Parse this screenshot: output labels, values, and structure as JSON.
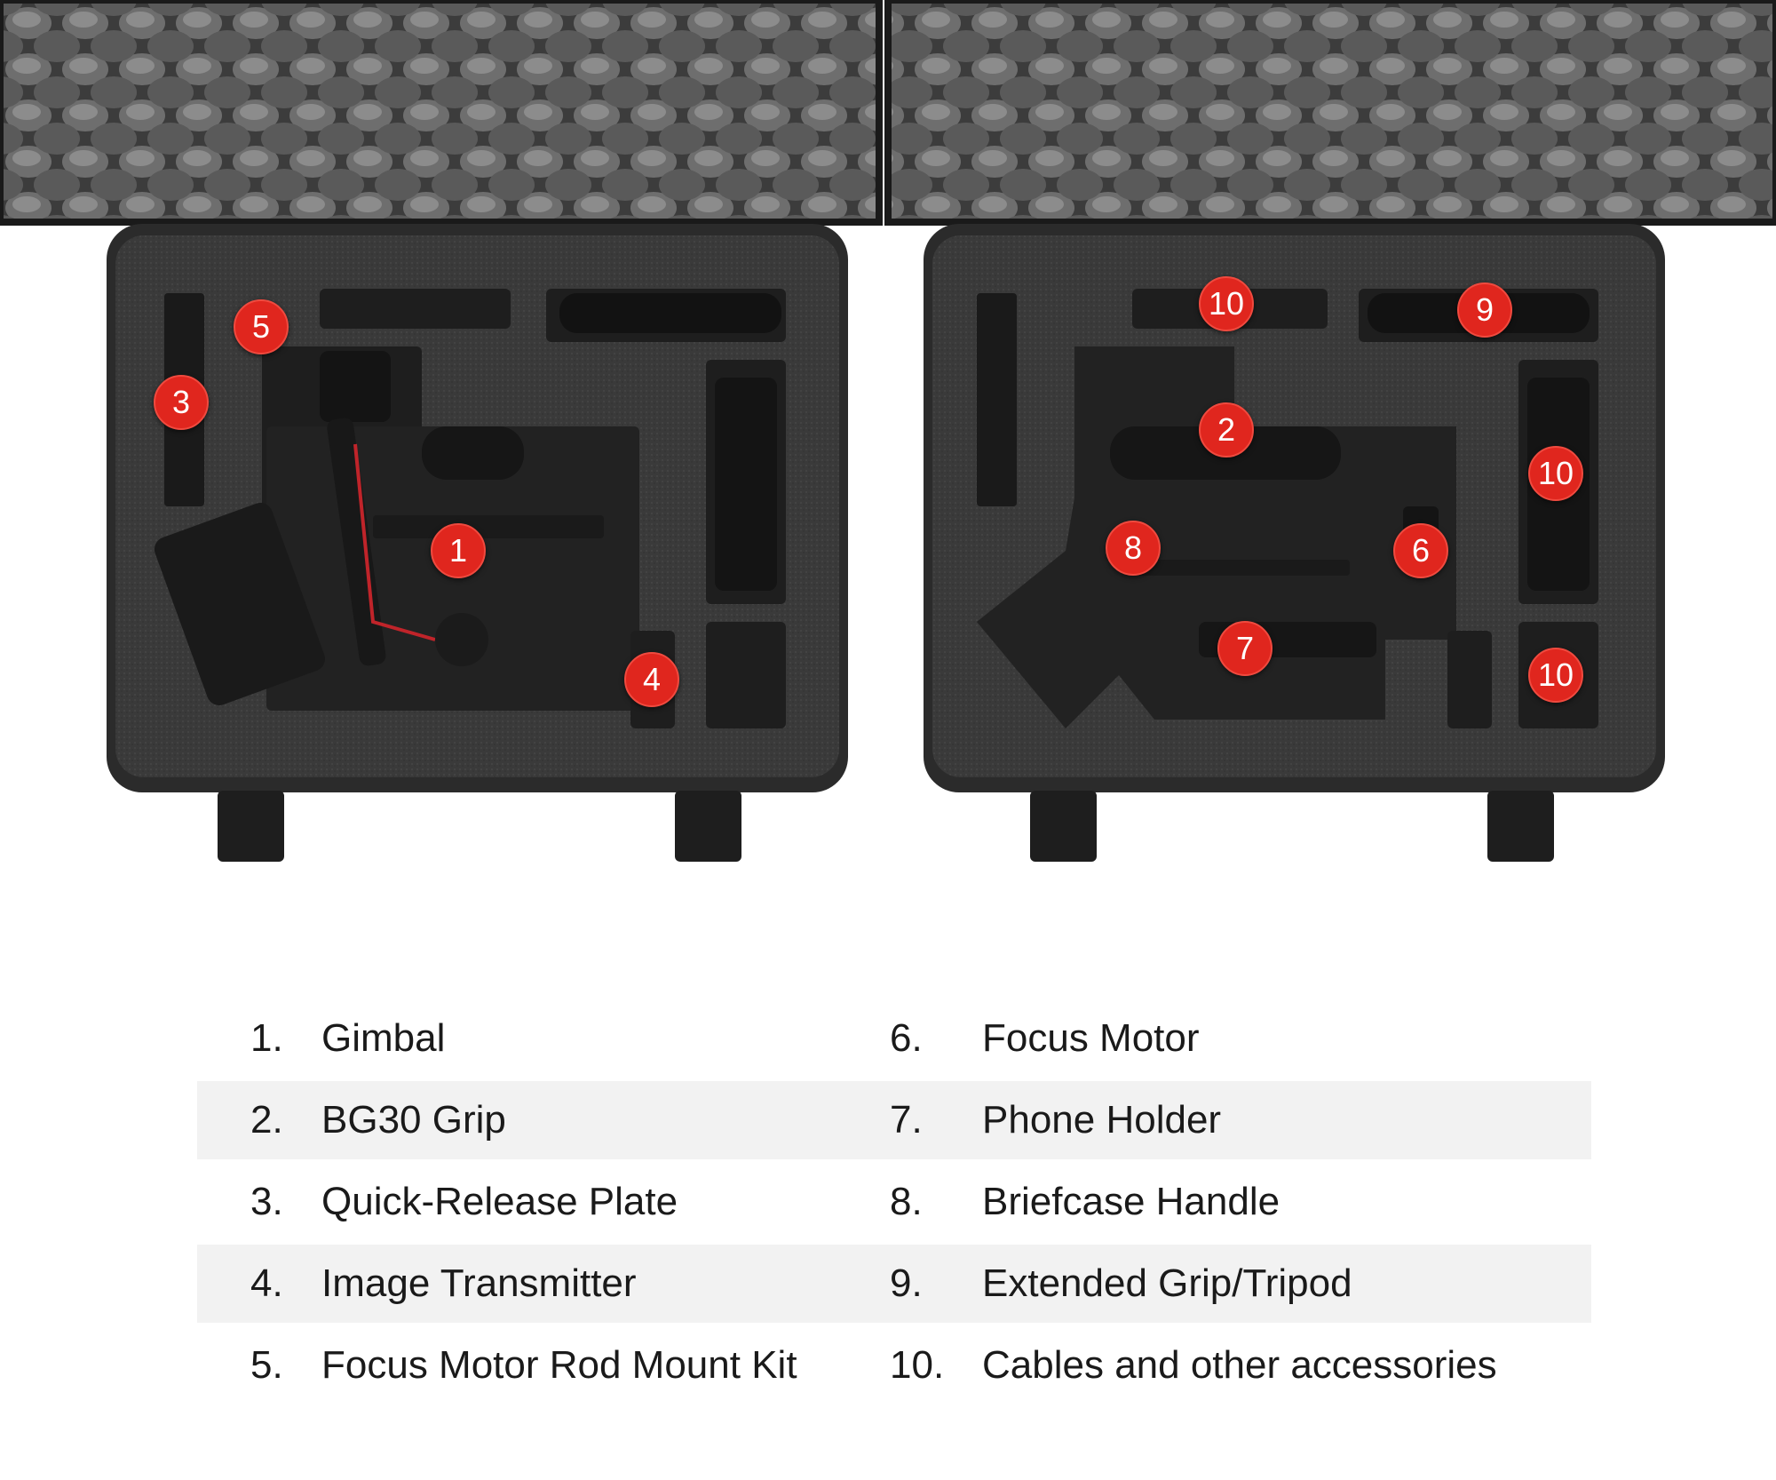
{
  "markers": [
    {
      "id": "1",
      "case": "left"
    },
    {
      "id": "3",
      "case": "left"
    },
    {
      "id": "4",
      "case": "left"
    },
    {
      "id": "5",
      "case": "left"
    },
    {
      "id": "2",
      "case": "right"
    },
    {
      "id": "6",
      "case": "right"
    },
    {
      "id": "7",
      "case": "right"
    },
    {
      "id": "8",
      "case": "right"
    },
    {
      "id": "9",
      "case": "right"
    },
    {
      "id": "10",
      "case": "right"
    },
    {
      "id": "10",
      "case": "right"
    },
    {
      "id": "10",
      "case": "right"
    }
  ],
  "legend": {
    "rows": [
      {
        "left_num": "1.",
        "left_label": "Gimbal",
        "right_num": "6.",
        "right_label": "Focus Motor"
      },
      {
        "left_num": "2.",
        "left_label": "BG30 Grip",
        "right_num": "7.",
        "right_label": "Phone Holder"
      },
      {
        "left_num": "3.",
        "left_label": "Quick-Release Plate",
        "right_num": "8.",
        "right_label": "Briefcase Handle"
      },
      {
        "left_num": "4.",
        "left_label": "Image Transmitter",
        "right_num": "9.",
        "right_label": "Extended Grip/Tripod"
      },
      {
        "left_num": "5.",
        "left_label": "Focus Motor Rod Mount Kit",
        "right_num": "10.",
        "right_label": "Cables and other accessories"
      }
    ]
  },
  "colors": {
    "marker": "#e0261e",
    "case_shell": "#2b2b2b",
    "foam": "#3a3a3a",
    "row_shade": "#f2f2f2"
  }
}
